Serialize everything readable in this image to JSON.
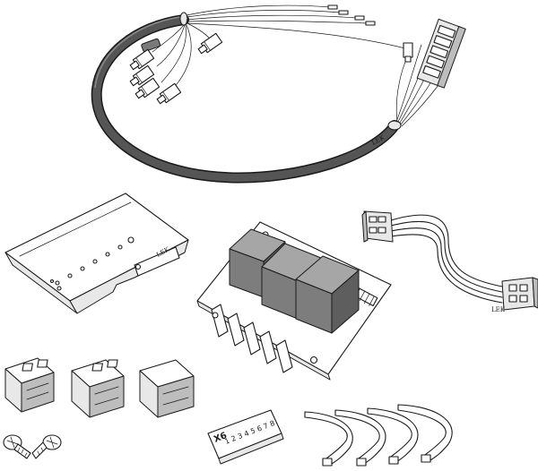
{
  "colors": {
    "outline": "#1a1a1a",
    "sleeve": "#555555",
    "relay": "#7d7d7d",
    "background": "#ffffff"
  },
  "labels": {
    "harness_marking": "LEK",
    "bracket_marking": "LEK",
    "cable_marking": "LEK",
    "terminal_block_title": "X6",
    "terminal_numbers": [
      "1",
      "2",
      "3",
      "4",
      "5",
      "6",
      "7",
      "8"
    ]
  },
  "parts": [
    "wiring-harness",
    "mounting-bracket",
    "relay-board",
    "ribbon-cable",
    "terminal-connector",
    "terminal-connector",
    "terminal-connector",
    "terminal-label-strip",
    "screw",
    "screw",
    "cable-tie",
    "cable-tie",
    "cable-tie",
    "cable-tie"
  ]
}
